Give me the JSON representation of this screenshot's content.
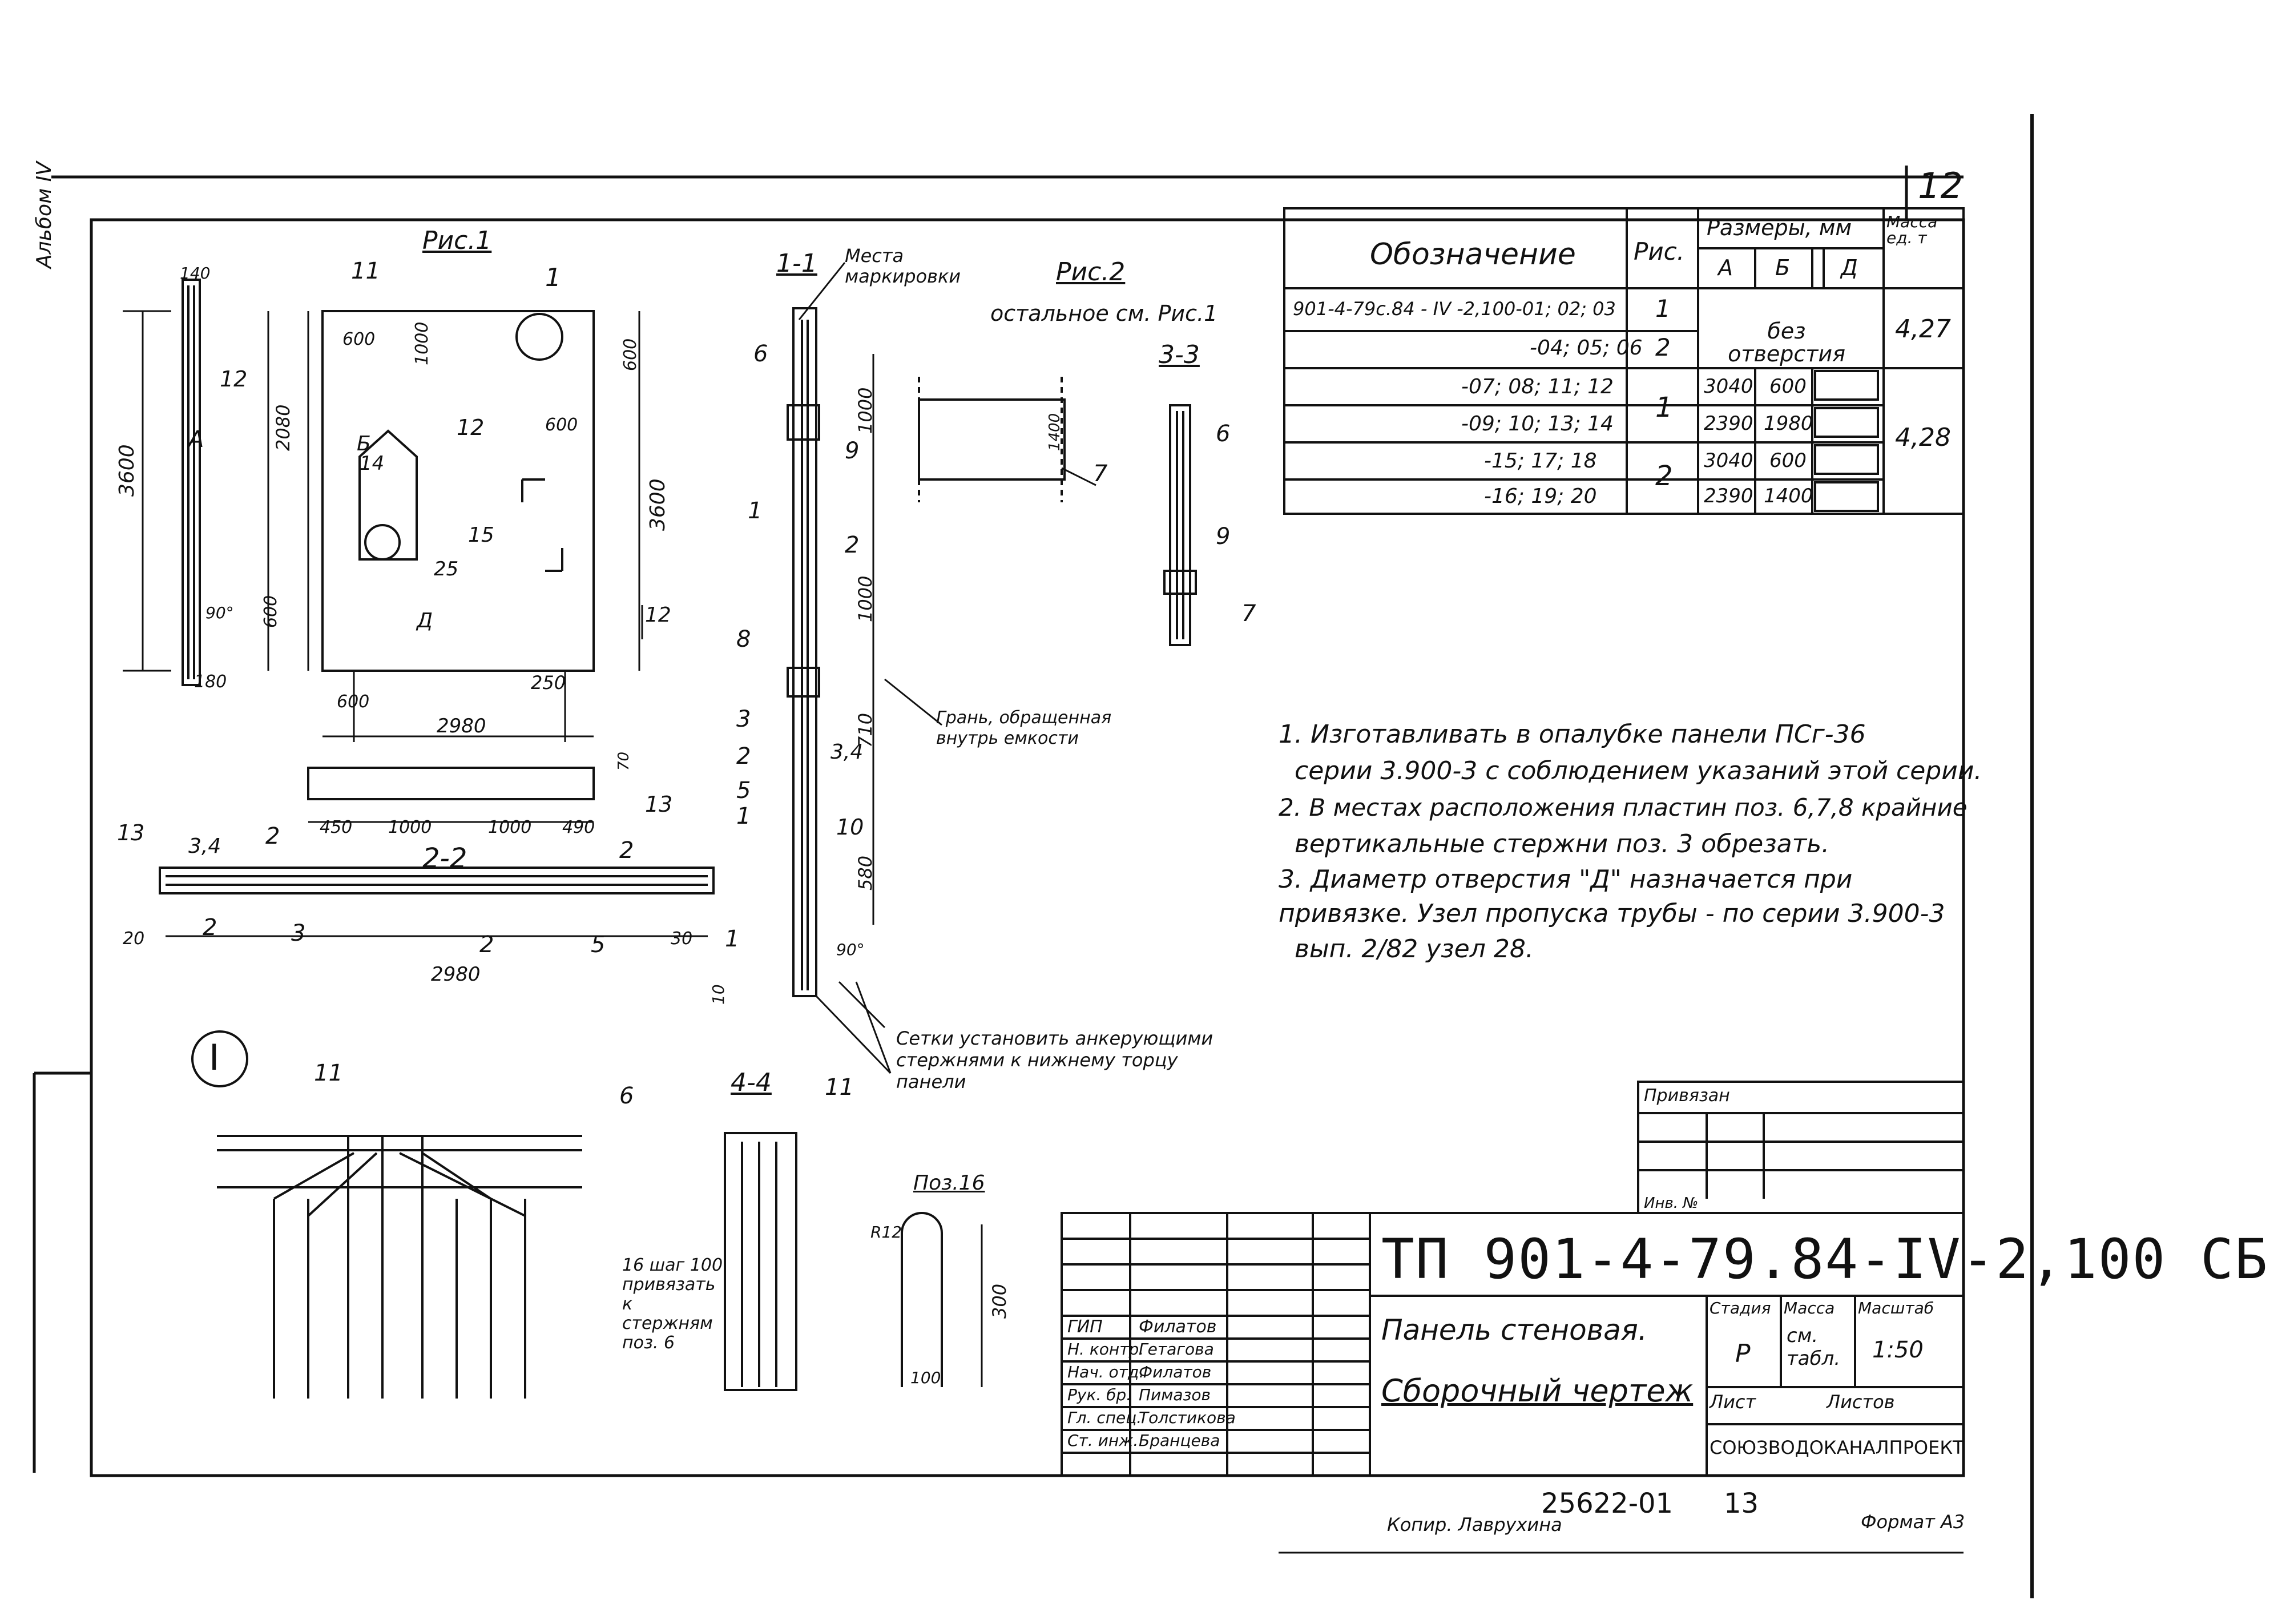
{
  "side_label": "Альбом IV",
  "sheet_number": "12",
  "spec_table": {
    "headers": {
      "designation": "Обозначение",
      "fig": "Рис.",
      "dims": "Размеры, мм",
      "mass": "Масса ед. т",
      "A": "А",
      "B": "Б",
      "D": "Д"
    },
    "rows": [
      {
        "designation": "901-4-79с.84 - IV -2,100-01; 02; 03",
        "fig": "1",
        "A": "",
        "B": "",
        "D": ""
      },
      {
        "designation": "-04; 05; 06",
        "fig": "2",
        "A": "",
        "B": "",
        "D": ""
      },
      {
        "designation": "-07; 08; 11; 12",
        "fig": "1",
        "A": "3040",
        "B": "600",
        "D": ""
      },
      {
        "designation": "-09; 10; 13; 14",
        "fig": "",
        "A": "2390",
        "B": "1980",
        "D": ""
      },
      {
        "designation": "-15; 17; 18",
        "fig": "2",
        "A": "3040",
        "B": "600",
        "D": ""
      },
      {
        "designation": "-16; 19; 20",
        "fig": "",
        "A": "2390",
        "B": "1400",
        "D": ""
      }
    ],
    "no_hole": "без отверстия",
    "mass_1": "4,27",
    "mass_2": "4,28"
  },
  "drawing": {
    "fig1_title": "Рис.1",
    "fig2_title": "Рис.2",
    "fig2_note": "остальное см. Рис.1",
    "sec11": "1-1",
    "sec22": "2-2",
    "sec33": "3-3",
    "sec44": "4-4",
    "marking_place": "Места маркировки",
    "face_inside": "Грань, обращенная внутрь емкости",
    "mesh_note": "Сетки установить анкерующими стержнями к нижнему торцу панели",
    "node_label": "I",
    "pos16": "Поз.16",
    "pitch_note": "16 шаг 100 привязать к стержням поз. 6",
    "dims": {
      "d3600a": "3600",
      "d3600b": "3600",
      "d2980a": "2980",
      "d2980b": "2980",
      "d2080": "2080",
      "d1000a": "1000",
      "d1000b": "1000",
      "d1000c": "1000",
      "d1000d": "1000",
      "d1000e": "1000",
      "d600a": "600",
      "d600b": "600",
      "d600c": "600",
      "d600d": "600",
      "d600e": "600",
      "d710": "710",
      "d580": "580",
      "d450": "450",
      "d490": "490",
      "d250": "250",
      "d180": "180",
      "d140": "140",
      "d300": "300",
      "d100": "100",
      "dR12": "R12",
      "d90a": "90°",
      "d90b": "90°",
      "d20": "20",
      "d30": "30",
      "d10": "10",
      "d70": "70",
      "d1400": "1400"
    },
    "callouts": {
      "c1": "1",
      "c2": "2",
      "c3": "3",
      "c34": "3,4",
      "c5": "5",
      "c6": "6",
      "c7": "7",
      "c8": "8",
      "c9": "9",
      "c10": "10",
      "c11": "11",
      "c12": "12",
      "c13": "13",
      "c14": "14",
      "c15": "15",
      "c25": "25",
      "cA": "А",
      "cB": "Б",
      "cD": "Д"
    }
  },
  "notes": [
    "1. Изготавливать в опалубке панели ПСг-36",
    "серии 3.900-3 с соблюдением указаний этой серии.",
    "2. В местах расположения пластин поз. 6,7,8 крайние",
    "вертикальные стержни поз. 3 обрезать.",
    "3. Диаметр отверстия \"Д\" назначается при привязке. Узел пропуска трубы - по серии 3.900-3",
    "вып. 2/82 узел 28."
  ],
  "title_block": {
    "binding": "Привязан",
    "inv_no": "Инв. №",
    "code": "ТП 901-4-79.84-IV-2,100 СБ",
    "name_line1": "Панель стеновая.",
    "name_line2": "Сборочный чертеж",
    "stage_h": "Стадия",
    "mass_h": "Масса",
    "scale_h": "Масштаб",
    "stage": "Р",
    "mass": "см. табл.",
    "scale": "1:50",
    "sheet_h": "Лист",
    "sheets_h": "Листов",
    "org": "СОЮЗВОДОКАНАЛПРОЕКТ",
    "roles": [
      {
        "role": "ГИП",
        "name": "Филатов"
      },
      {
        "role": "Н. контр.",
        "name": "Гетагова"
      },
      {
        "role": "Нач. отд.",
        "name": "Филатов"
      },
      {
        "role": "Рук. бр.",
        "name": "Пимазов"
      },
      {
        "role": "Гл. спец.",
        "name": "Толстикова"
      },
      {
        "role": "Ст. инж.",
        "name": "Бранцева"
      }
    ]
  },
  "footer": {
    "copied": "Копир. Лаврухина",
    "doc_no": "25622-01",
    "page": "13",
    "format": "Формат А3"
  }
}
